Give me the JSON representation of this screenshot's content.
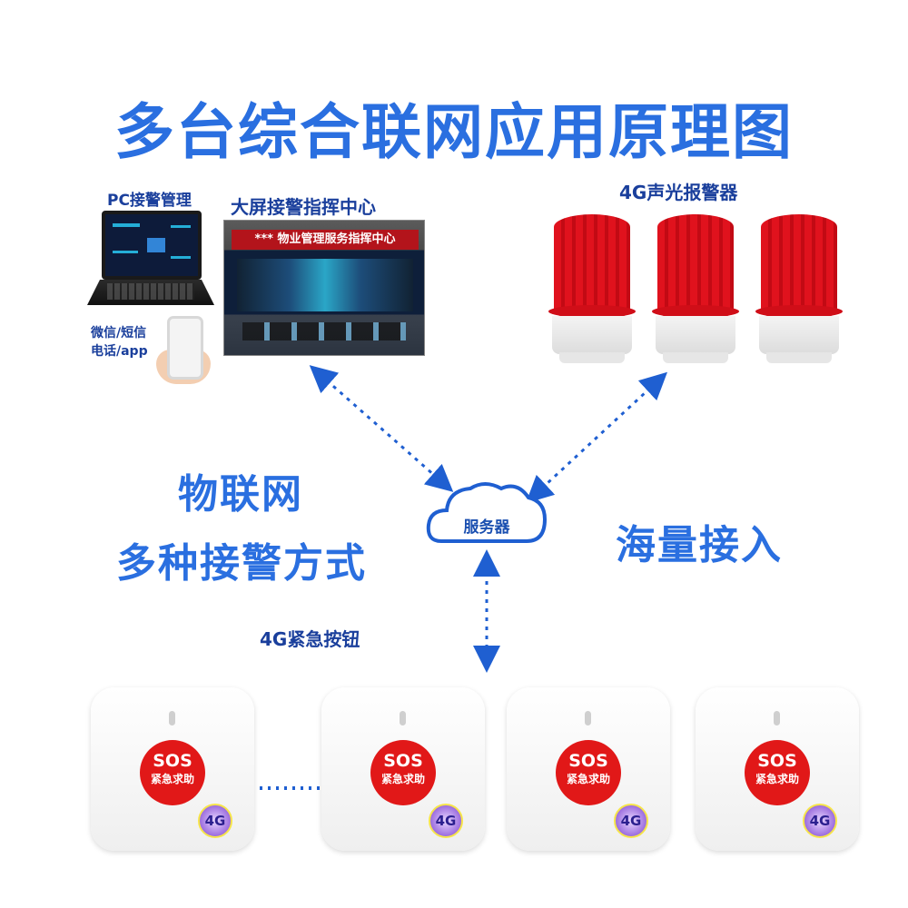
{
  "title": "多台综合联网应用原理图",
  "pc_label": "PC接警管理",
  "command_center_label": "大屏接警指挥中心",
  "command_center_banner": "*** 物业管理服务指挥中心",
  "phone_label_line1": "微信/短信",
  "phone_label_line2": "电话/app",
  "alarm_label": "4G声光报警器",
  "server_label": "服务器",
  "iot_line1": "物联网",
  "iot_line2": "多种接警方式",
  "mass_access": "海量接入",
  "sos_button_label": "4G紧急按钮",
  "sos_cards": [
    {
      "line1": "SOS",
      "line2": "紧急求助",
      "badge": "4G"
    },
    {
      "line1": "SOS",
      "line2": "紧急求助",
      "badge": "4G"
    },
    {
      "line1": "SOS",
      "line2": "紧急求助",
      "badge": "4G"
    },
    {
      "line1": "SOS",
      "line2": "紧急求助",
      "badge": "4G"
    }
  ],
  "colors": {
    "title_blue": "#2a6fe0",
    "label_navy": "#1a3f9c",
    "alarm_red": "#e0121d",
    "sos_red": "#e11818",
    "arrow_blue": "#1f5fd1"
  }
}
